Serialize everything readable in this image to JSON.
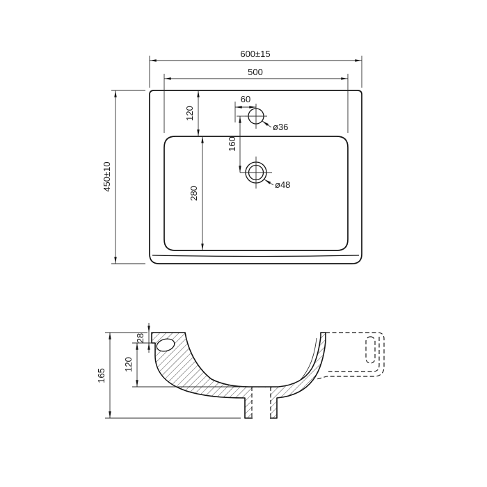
{
  "drawing": {
    "title": "washbasin-technical-drawing",
    "colors": {
      "line": "#141414",
      "thin": "#2b2b2b",
      "bg": "#ffffff"
    },
    "top_view": {
      "outer_width": "600±15",
      "inner_width": "500",
      "outer_depth": "450±10",
      "rim_to_basin": "120",
      "basin_length": "280",
      "faucet_offset": "60",
      "faucet_to_drain": "160",
      "faucet_hole_dia": "ø36",
      "drain_hole_dia": "ø48"
    },
    "section_view": {
      "total_height": "165",
      "bowl_depth": "120",
      "rim_thickness": "28"
    }
  }
}
